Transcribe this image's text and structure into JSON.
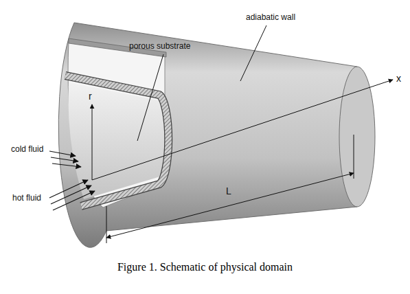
{
  "diagram": {
    "caption": "Figure 1. Schematic of physical domain",
    "labels": [
      "porous substrate",
      "adiabatic wall",
      "x",
      "r",
      "cold fluid",
      "hot fluid",
      "L"
    ]
  }
}
